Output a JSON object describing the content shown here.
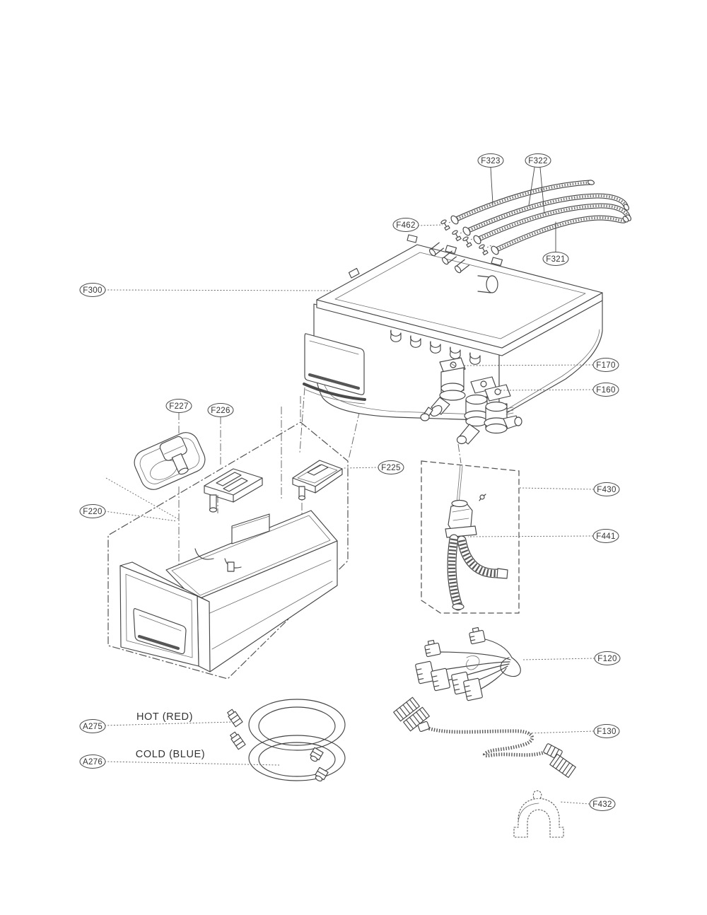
{
  "style": {
    "background": "#ffffff",
    "line_color": "#454545",
    "leader_color": "#666666",
    "label_color": "#333333"
  },
  "callouts": [
    {
      "label": "F323"
    },
    {
      "label": "F322"
    },
    {
      "label": "F462"
    },
    {
      "label": "F321"
    },
    {
      "label": "F300"
    },
    {
      "label": "F170"
    },
    {
      "label": "F160"
    },
    {
      "label": "F227"
    },
    {
      "label": "F226"
    },
    {
      "label": "F225"
    },
    {
      "label": "F220"
    },
    {
      "label": "F430"
    },
    {
      "label": "F441"
    },
    {
      "label": "F120"
    },
    {
      "label": "F130"
    },
    {
      "label": "A275"
    },
    {
      "label": "A276"
    },
    {
      "label": "F432"
    }
  ],
  "annotations": {
    "hot_hose": "HOT (RED)",
    "cold_hose": "COLD (BLUE)"
  }
}
